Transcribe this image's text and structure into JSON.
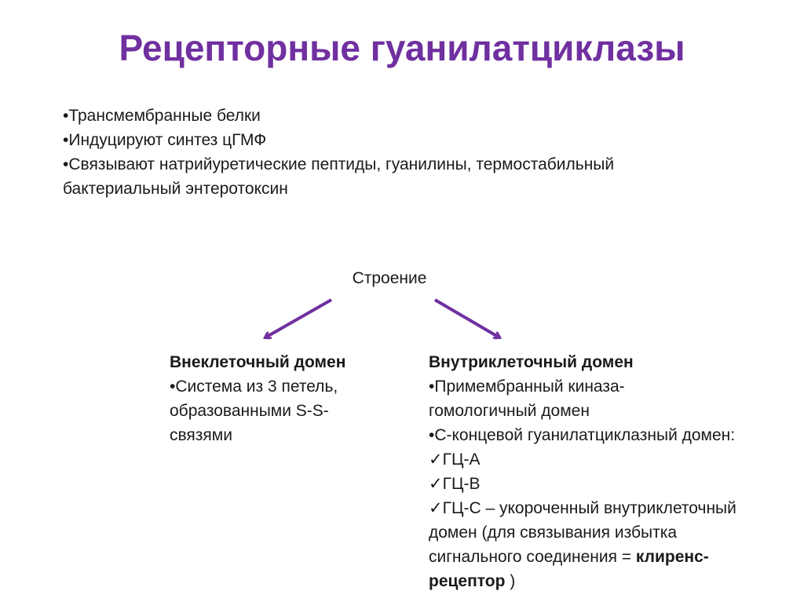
{
  "title": "Рецепторные гуанилатциклазы",
  "bullets": [
    "•Трансмембранные белки",
    "•Индуцируют синтез цГМФ",
    "•Связывают натрийуретические пептиды, гуанилины, термостабильный",
    "бактериальный энтеротоксин"
  ],
  "structure_label": "Строение",
  "left_column": {
    "heading": "Внеклеточный домен",
    "lines": [
      "•Система из 3 петель,",
      "образованными S-S-",
      "связями"
    ]
  },
  "right_column": {
    "heading": "Внутриклеточный домен",
    "lines": [
      "•Примембранный киназа-",
      "гомологичный домен",
      "•С-концевой гуанилатциклазный домен:",
      "✓ГЦ-А",
      "✓ГЦ-В",
      "✓ГЦ-С – укороченный внутриклеточный",
      "домен (для связывания избытка"
    ],
    "line_last_prefix": "сигнального соединения = ",
    "line_last_bold": "клиренс-",
    "line_final_bold": "рецептор",
    "line_final_suffix": " )"
  },
  "colors": {
    "accent": "#7030a0"
  }
}
